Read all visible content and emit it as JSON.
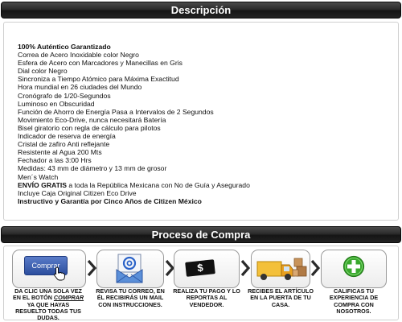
{
  "sections": {
    "description_title": "Descripción",
    "process_title": "Proceso de Compra"
  },
  "description": {
    "lines": [
      {
        "parts": [
          {
            "t": "100% Auténtico Garantizado",
            "b": true
          }
        ]
      },
      {
        "parts": [
          {
            "t": "Correa de Acero Inoxidable color Negro",
            "b": false
          }
        ]
      },
      {
        "parts": [
          {
            "t": "Esfera de Acero con Marcadores y Manecillas en Gris",
            "b": false
          }
        ]
      },
      {
        "parts": [
          {
            "t": "Dial color Negro",
            "b": false
          }
        ]
      },
      {
        "parts": [
          {
            "t": "Sincroniza a Tiempo Atómico para Máxima Exactitud",
            "b": false
          }
        ]
      },
      {
        "parts": [
          {
            "t": "Hora mundial en 26 ciudades del Mundo",
            "b": false
          }
        ]
      },
      {
        "parts": [
          {
            "t": "Cronógrafo de 1/20-Segundos",
            "b": false
          }
        ]
      },
      {
        "parts": [
          {
            "t": "Luminoso en Obscuridad",
            "b": false
          }
        ]
      },
      {
        "parts": [
          {
            "t": "Función de Ahorro de Energía Pasa a Intervalos de 2 Segundos",
            "b": false
          }
        ]
      },
      {
        "parts": [
          {
            "t": "Movimiento Eco-Drive, nunca necesitará Batería",
            "b": false
          }
        ]
      },
      {
        "parts": [
          {
            "t": "Bisel giratorio con regla de cálculo para pilotos",
            "b": false
          }
        ]
      },
      {
        "parts": [
          {
            "t": "Indicador de reserva de energía",
            "b": false
          }
        ]
      },
      {
        "parts": [
          {
            "t": "Cristal de zafiro Anti reflejante",
            "b": false
          }
        ]
      },
      {
        "parts": [
          {
            "t": "Resistente al Agua 200 Mts",
            "b": false
          }
        ]
      },
      {
        "parts": [
          {
            "t": "Fechador a las 3:00 Hrs",
            "b": false
          }
        ]
      },
      {
        "parts": [
          {
            "t": "Medidas: 43 mm de diámetro y 13 mm de grosor",
            "b": false
          }
        ]
      },
      {
        "parts": [
          {
            "t": "Men´s Watch",
            "b": false
          }
        ]
      },
      {
        "parts": [
          {
            "t": "ENVÍO GRATIS",
            "b": true
          },
          {
            "t": " a toda la República Mexicana con No de Guía y Asegurado",
            "b": false
          }
        ]
      },
      {
        "parts": [
          {
            "t": "Incluye Caja Original Citizen Eco Drive",
            "b": false
          }
        ]
      },
      {
        "parts": [
          {
            "t": "Instructivo y Garantía por Cinco Años de Citizen México",
            "b": true
          }
        ]
      }
    ]
  },
  "steps": {
    "buy_button_label": "Comprar",
    "step1_pre": "DA CLIC UNA SOLA VEZ EN EL BOTÓN ",
    "step1_link": "COMPRAR",
    "step1_post": " YA QUE HAYAS RESUELTO TODAS TUS DUDAS.",
    "step2": "REVISA TU CORREO, EN ÉL RECIBIRÁS UN MAIL CON INSTRUCCIONES.",
    "step3": "REALIZA TU PAGO Y LO REPORTAS AL VENDEDOR.",
    "step4": "RECIBES EL ARTÍCULO EN LA PUERTA DE TU CASA.",
    "step5": "CALIFICAS TU EXPERIENCIA DE COMPRA CON NOSOTROS."
  },
  "icons": {
    "step1": "hand-cursor-icon",
    "step2": "email-at-icon",
    "step3": "money-icon",
    "step4": "delivery-truck-icon",
    "step5": "plus-rating-icon",
    "arrows": "chevron-right-icon"
  },
  "colors": {
    "header_bar": "#1f1f1f",
    "buy_button": "#2c4e9e",
    "plus_green": "#3aa82e",
    "truck_orange": "#f0a020"
  }
}
